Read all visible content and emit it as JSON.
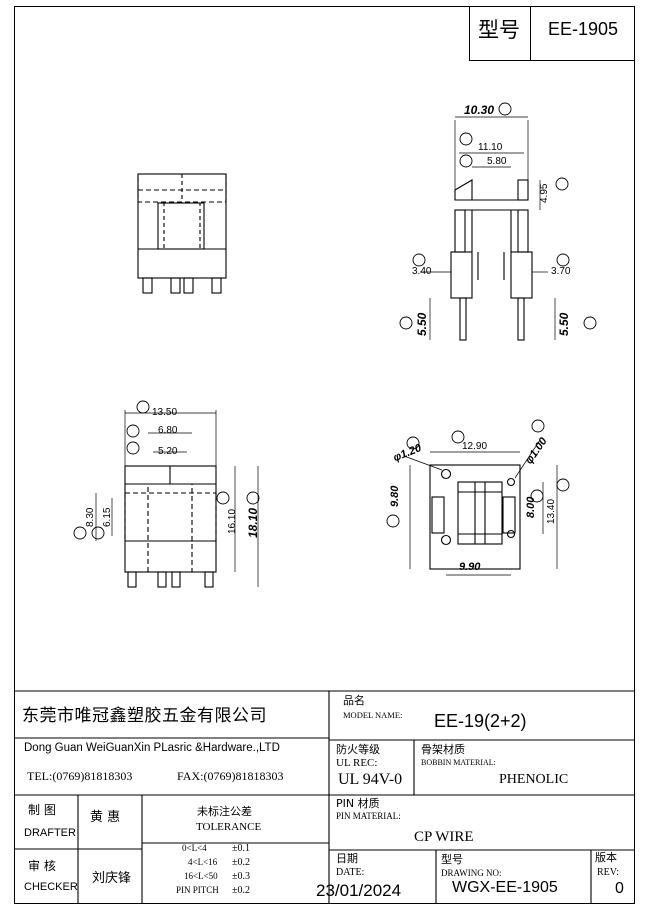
{
  "header": {
    "model_label": "型号",
    "model_value": "EE-1905"
  },
  "dimensions": {
    "side": {
      "w_total": "10.30",
      "w_inner": "11.10",
      "w_core": "5.80",
      "h_tab": "4.95",
      "d_left": "3.40",
      "d_right": "3.70",
      "pin_left": "5.50",
      "pin_right": "5.50"
    },
    "front": {
      "w_total": "13.50",
      "w_mid": "6.80",
      "w_core": "5.20",
      "h_a": "8.30",
      "h_b": "6.15",
      "h_c": "16.10",
      "h_total": "18.10"
    },
    "bottom": {
      "w_top": "12.90",
      "hole_l": "φ1.20",
      "hole_r": "φ1.00",
      "h_left": "9.80",
      "h_mid": "8.00",
      "h_right": "13.40",
      "w_bottom": "9.90"
    }
  },
  "title_block": {
    "company_cn": "东莞市唯冠鑫塑胶五金有限公司",
    "company_en": "Dong Guan WeiGuanXin PLasric &Hardware.,LTD",
    "tel": "TEL:(0769)81818303",
    "fax": "FAX:(0769)81818303",
    "name_label_cn": "品名",
    "name_label_en": "MODEL NAME:",
    "name_value": "EE-19(2+2)",
    "ul_label_cn": "防火等级",
    "ul_label_en": "UL REC:",
    "ul_value": "UL 94V-0",
    "bobbin_label_cn": "骨架材质",
    "bobbin_label_en": "BOBBIN MATERIAL:",
    "bobbin_value": "PHENOLIC",
    "drafter_cn": "制 图",
    "drafter_en": "DRAFTER",
    "drafter_name": "黄 惠",
    "tolerance_cn": "未标注公差",
    "tolerance_en": "TOLERANCE",
    "pin_label_cn": "PIN 材质",
    "pin_label_en": "PIN MATERIAL:",
    "pin_value": "CP WIRE",
    "checker_cn": "审 核",
    "checker_en": "CHECKER",
    "checker_name": "刘庆锋",
    "tol_rows": [
      {
        "range": "0<L<4",
        "value": "±0.1"
      },
      {
        "range": "4<L<16",
        "value": "±0.2"
      },
      {
        "range": "16<L<50",
        "value": "±0.3"
      },
      {
        "range": "PIN PITCH",
        "value": "±0.2"
      }
    ],
    "date_label_cn": "日期",
    "date_label_en": "DATE:",
    "date_value": "23/01/2024",
    "drawing_label_cn": "型号",
    "drawing_label_en": "DRAWING NO:",
    "drawing_value": "WGX-EE-1905",
    "rev_label_cn": "版本",
    "rev_label_en": "REV:",
    "rev_value": "0"
  }
}
